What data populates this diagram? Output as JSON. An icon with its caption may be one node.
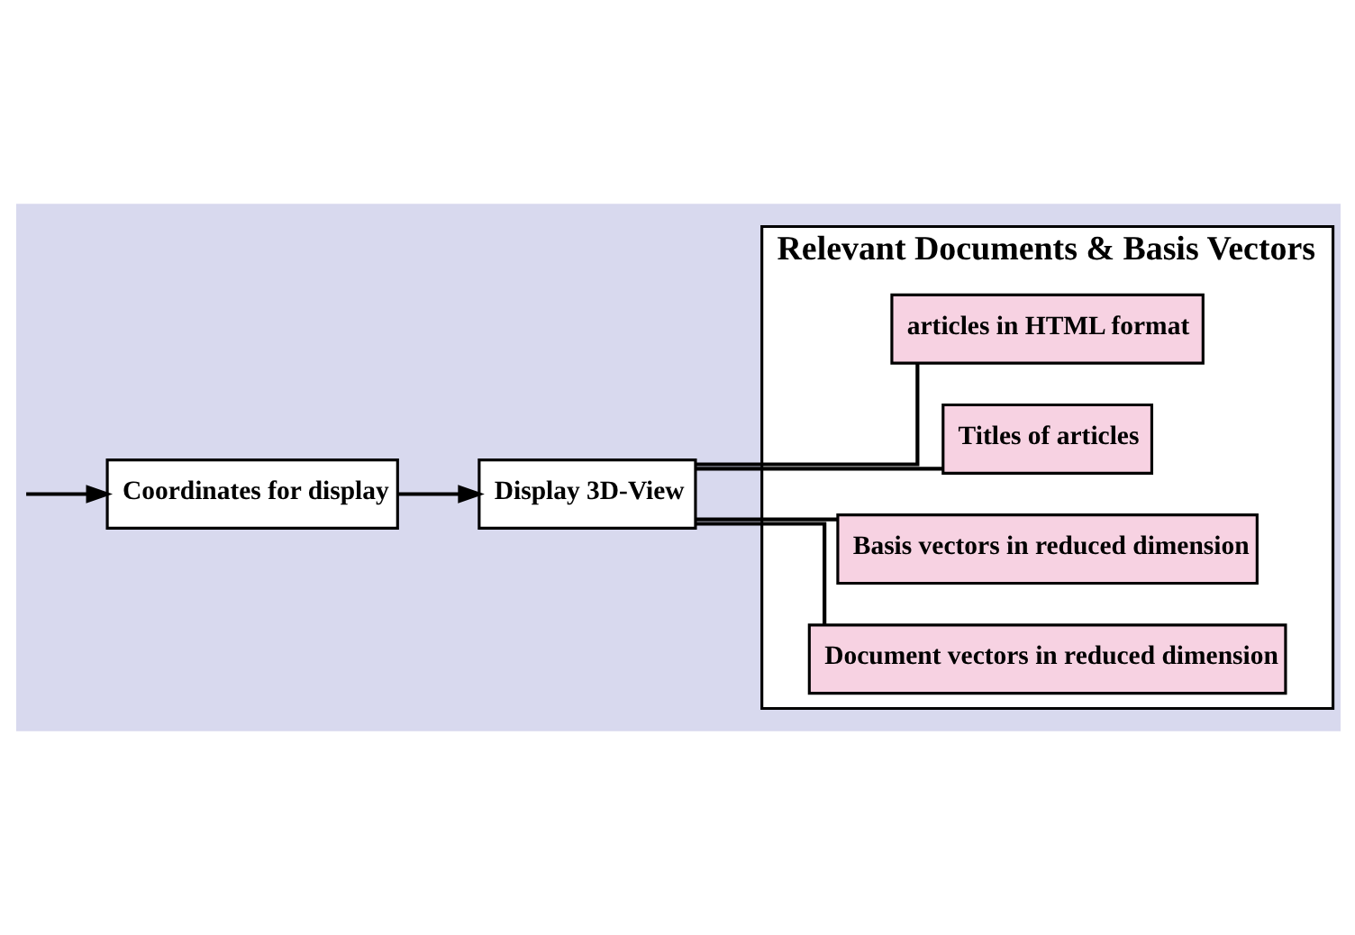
{
  "diagram": {
    "nodes": [
      {
        "text": [
          "Coordinates for display"
        ]
      },
      {
        "text": [
          "Display 3D-View"
        ]
      },
      {
        "text": [
          "Relevant Documents & Basis Vectors"
        ]
      },
      {
        "text": [
          "articles in HTML format"
        ],
        "in": 2
      },
      {
        "text": [
          "Titles of articles"
        ],
        "in": 2
      },
      {
        "text": [
          "Basis vectors in reduced dimension"
        ],
        "in": 2
      },
      {
        "text": [
          "Document vectors in reduced dimension"
        ],
        "in": 2
      }
    ],
    "edges": [
      {
        "from": null,
        "to": 0,
        "arrow": "to"
      },
      {
        "from": 0,
        "to": 1,
        "arrow": "to"
      },
      {
        "from": 1,
        "to": 3,
        "arrow": "none"
      },
      {
        "from": 1,
        "to": 4,
        "arrow": "none"
      },
      {
        "from": 1,
        "to": 5,
        "arrow": "none"
      },
      {
        "from": 1,
        "to": 6,
        "arrow": "none"
      }
    ]
  }
}
